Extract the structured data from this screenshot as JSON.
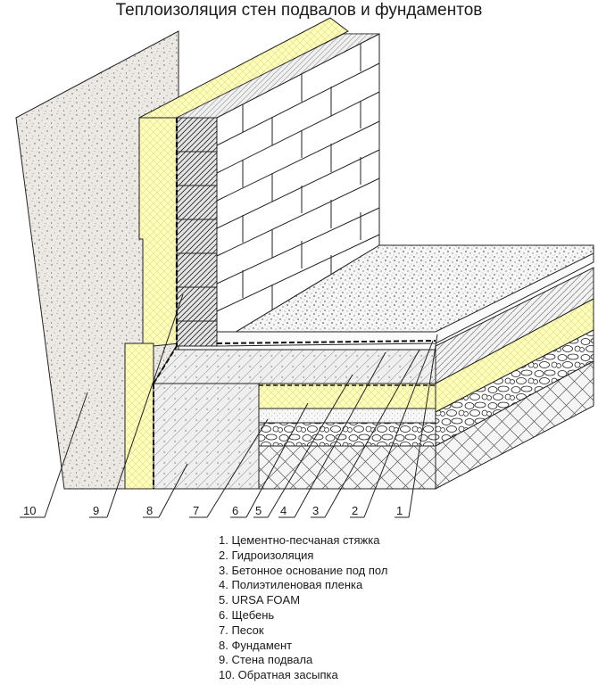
{
  "title": "Теплоизоляция стен подвалов и фундаментов",
  "colors": {
    "insulation": "#ffffb8",
    "soil": "#e9e6e2",
    "concrete": "#ececec",
    "outline": "#1a1a1a"
  },
  "callouts": [
    "10",
    "9",
    "8",
    "7",
    "6",
    "5",
    "4",
    "3",
    "2",
    "1"
  ],
  "legend": [
    "1. Цементно-песчаная стяжка",
    "2. Гидроизоляция",
    "3. Бетонное основание под пол",
    "4. Полиэтиленовая пленка",
    "5. URSA FOAM",
    "6. Щебень",
    "7. Песок",
    "8. Фундамент",
    "9. Стена подвала",
    "10. Обратная засыпка"
  ]
}
